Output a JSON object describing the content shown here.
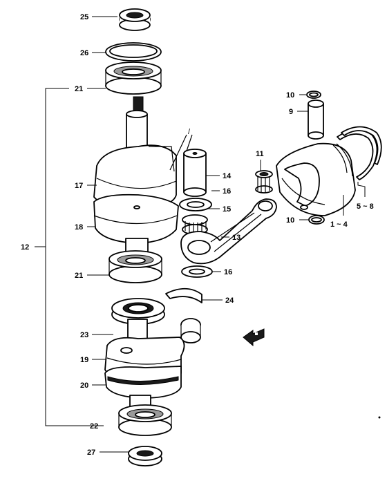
{
  "labels": {
    "l1": "25",
    "l2": "26",
    "l3": "21",
    "l4": "10",
    "l5": "9",
    "l6": "11",
    "l7": "14",
    "l8": "17",
    "l9": "16",
    "l10": "5 ~ 8",
    "l11": "15",
    "l12": "18",
    "l13": "10",
    "l14": "1 ~ 4",
    "l15": "13",
    "l16": "12",
    "l17": "21",
    "l18": "16",
    "l19": "24",
    "l20": "23",
    "l21": "19",
    "l22": "20",
    "l23": "22",
    "l24": "27"
  }
}
